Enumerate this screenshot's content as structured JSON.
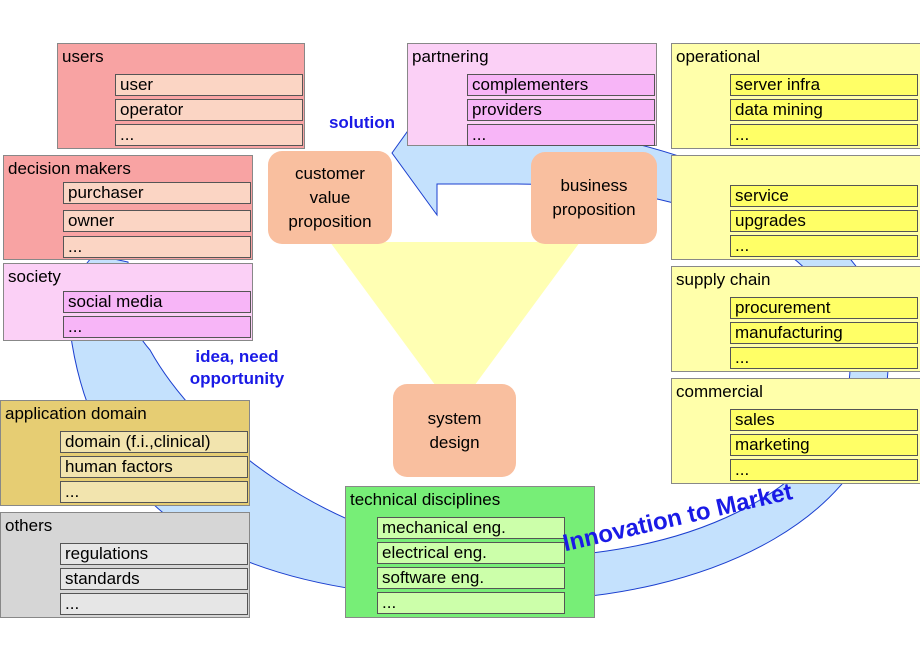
{
  "colors": {
    "cycle_fill": "#c4e1fd",
    "cycle_stroke": "#1b3fcf",
    "triangle_fill": "#ffffb3",
    "bubble_fill": "#f9bf9f",
    "blue_text": "#1a1ae6"
  },
  "groups": {
    "users": {
      "title": "users",
      "items": [
        "user",
        "operator",
        "..."
      ]
    },
    "decision_makers": {
      "title": "decision makers",
      "items": [
        "purchaser",
        "owner",
        "..."
      ]
    },
    "society": {
      "title": "society",
      "items": [
        "social media",
        "..."
      ]
    },
    "application_domain": {
      "title": "application domain",
      "items": [
        "domain (f.i.,clinical)",
        "human factors",
        "..."
      ]
    },
    "others": {
      "title": "others",
      "items": [
        "regulations",
        "standards",
        "..."
      ]
    },
    "partnering": {
      "title": "partnering",
      "items": [
        "complementers",
        "providers",
        "..."
      ]
    },
    "technical_disciplines": {
      "title": "technical disciplines",
      "items": [
        "mechanical eng.",
        "electrical eng.",
        "software eng.",
        "..."
      ]
    },
    "operational": {
      "title": "operational",
      "items": [
        "server infra",
        "data mining",
        "..."
      ]
    },
    "service_group": {
      "title": "",
      "items": [
        "service",
        "upgrades",
        "..."
      ]
    },
    "supply_chain": {
      "title": "supply chain",
      "items": [
        "procurement",
        "manufacturing",
        "..."
      ]
    },
    "commercial": {
      "title": "commercial",
      "items": [
        "sales",
        "marketing",
        "..."
      ]
    }
  },
  "bubbles": {
    "customer_value": "customer\nvalue\nproposition",
    "business": "business\nproposition",
    "system_design": "system\ndesign"
  },
  "labels": {
    "solution": "solution",
    "idea": "idea, need\nopportunity",
    "innovation": "Innovation to Market"
  }
}
